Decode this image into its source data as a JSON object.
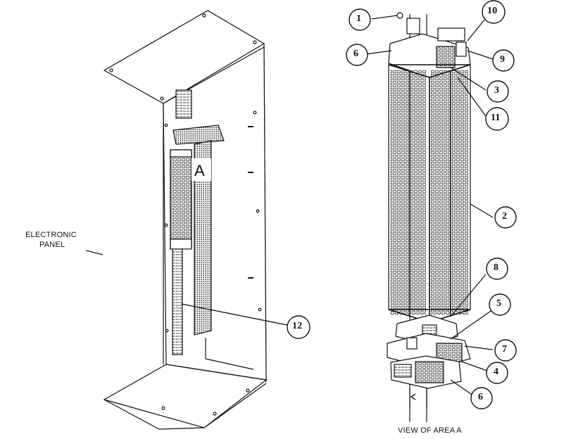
{
  "panel_label_line1": "ELECTRONIC",
  "panel_label_line2": "PANEL",
  "area_marker": "A",
  "view_caption": "VIEW OF AREA  A",
  "callouts": {
    "c1": "1",
    "c2": "2",
    "c3": "3",
    "c4": "4",
    "c5": "5",
    "c6a": "6",
    "c6b": "6",
    "c7": "7",
    "c8": "8",
    "c9": "9",
    "c10": "10",
    "c11": "11",
    "c12": "12"
  }
}
